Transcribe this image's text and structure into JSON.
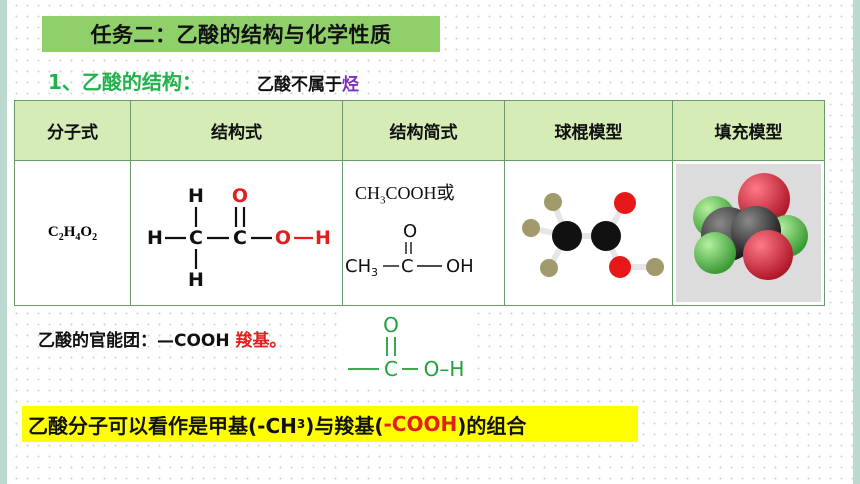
{
  "banner": {
    "title": "任务二：乙酸的结构与化学性质"
  },
  "section": {
    "heading": "1、乙酸的结构：",
    "note_prefix": "乙酸不属于",
    "note_highlight": "烃"
  },
  "table": {
    "headers": [
      "分子式",
      "结构式",
      "结构简式",
      "球棍模型",
      "填充模型"
    ],
    "molecular_formula": {
      "c": "C",
      "c_n": "2",
      "h": "H",
      "h_n": "4",
      "o": "O",
      "o_n": "2"
    },
    "structural_formula": {
      "h": "H",
      "c": "C",
      "o": "O"
    },
    "simplified": {
      "line1_a": "CH",
      "line1_sub": "3",
      "line1_b": "COOH或",
      "ch3": "CH",
      "ch3_sub": "3",
      "c": "C",
      "o": "O",
      "oh": "OH"
    }
  },
  "functional_group": {
    "label": "乙酸的官能团：—COOH ",
    "name": "羧基。",
    "diagram": {
      "o": "O",
      "c": "C",
      "oh": "O–H"
    }
  },
  "summary": {
    "part1": "乙酸分子可以看作是甲基(-CH",
    "sub": "3",
    "part2": ")与羧基(",
    "red": "-COOH",
    "part3": ")的组合"
  },
  "colors": {
    "green_band": "#8fd06a",
    "heading_green": "#22b14c",
    "table_header": "#d6ecb7",
    "highlight_yellow": "#ffff00",
    "accent_red": "#e0201e",
    "purple": "#7b2fc0"
  }
}
